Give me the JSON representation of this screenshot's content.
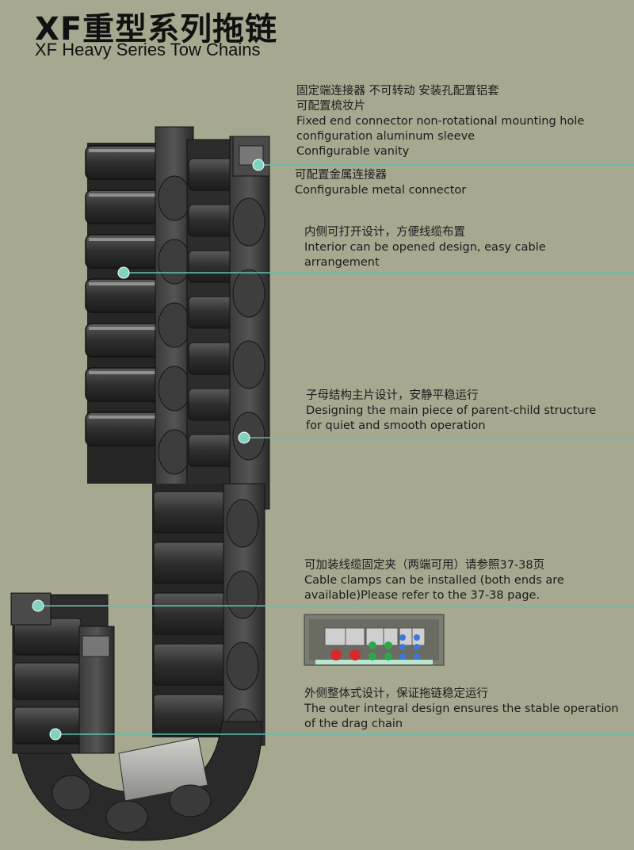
{
  "header": {
    "title_cn": "XF重型系列拖链",
    "title_en": "XF Heavy Series Tow Chains"
  },
  "callouts": [
    {
      "lines": [
        "固定端连接器  不可转动 安装孔配置铝套",
        "可配置梳妆片",
        "Fixed end connector non-rotational mounting hole",
        "configuration aluminum sleeve",
        "Configurable vanity"
      ]
    },
    {
      "lines": [
        "可配置金属连接器",
        "Configurable metal connector"
      ]
    },
    {
      "lines": [
        "内侧可打开设计，方便线缆布置",
        "Interior can be opened design, easy cable",
        "arrangement"
      ]
    },
    {
      "lines": [
        "子母结构主片设计，安静平稳运行",
        "Designing the main piece of parent-child structure",
        "for quiet and smooth operation"
      ]
    },
    {
      "lines": [
        "可加装线缆固定夹（两端可用）请参照37-38页",
        "Cable clamps can be installed (both ends are",
        "available)Please refer to the 37-38 page."
      ]
    },
    {
      "lines": [
        "外侧整体式设计，保证拖链稳定运行",
        "The outer integral design ensures the stable operation",
        "of the drag chain"
      ]
    }
  ],
  "colors": {
    "background": "#a7a890",
    "leader_line": "#5fbfae",
    "dot": "#7fd3c0",
    "chain_dark": "#2b2b2b",
    "chain_mid": "#4a4a4a"
  }
}
